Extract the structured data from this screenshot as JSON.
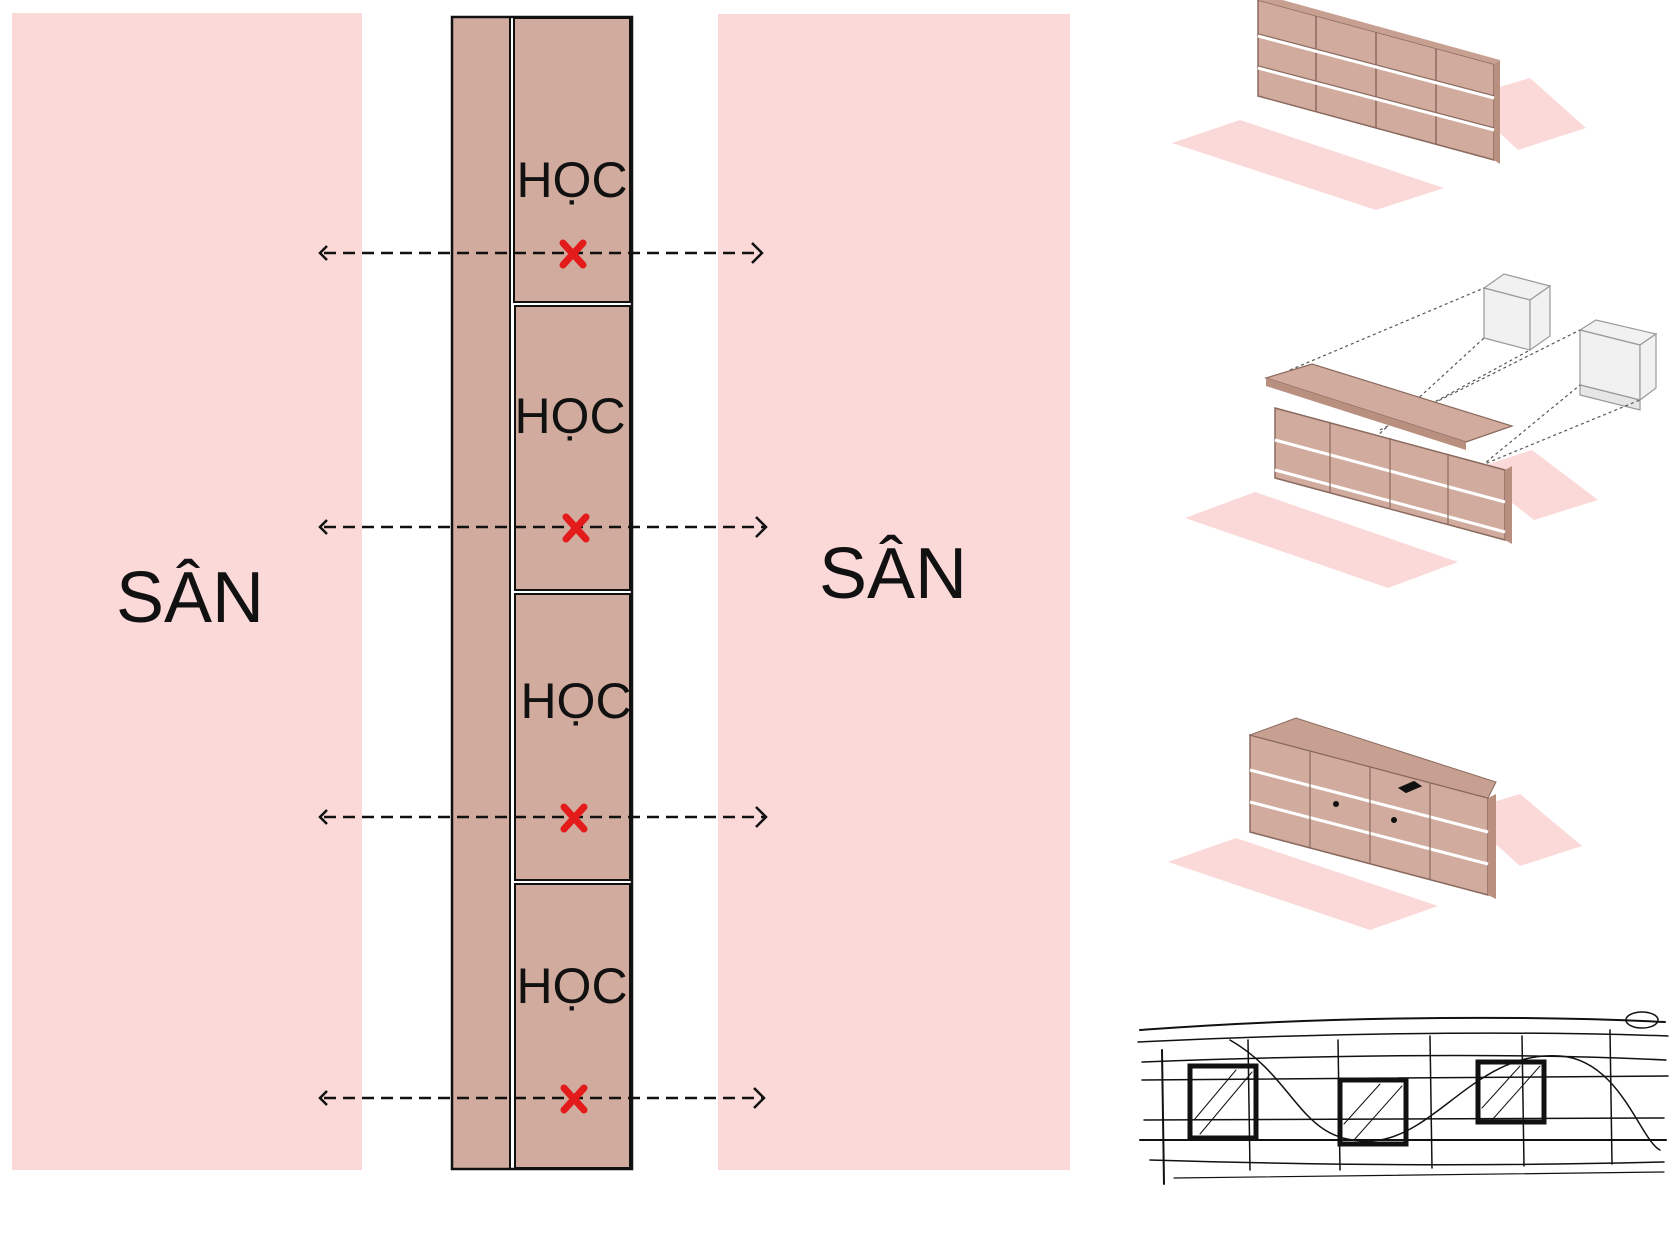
{
  "labels": {
    "yard_left": "SÂN",
    "yard_right": "SÂN",
    "rooms": [
      "HỌC",
      "HỌC",
      "HỌC",
      "HỌC"
    ]
  },
  "icons": {
    "blocked": "x-mark-icon",
    "arrow": "arrow-right-icon"
  },
  "colors": {
    "yard": "#fcd9d9",
    "block": "#d1ab9d",
    "block_dark": "#b98f80",
    "blocked_mark": "#e31b1b",
    "line": "#111111"
  }
}
